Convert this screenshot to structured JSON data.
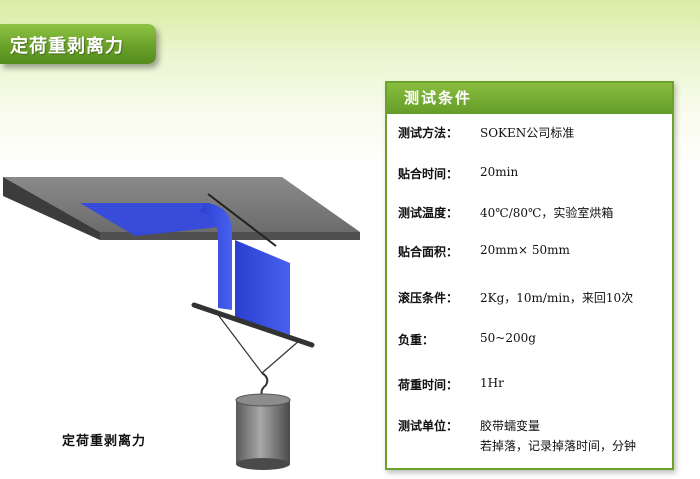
{
  "header": {
    "title": "定荷重剥离力"
  },
  "illustration": {
    "caption": "定荷重剥离力"
  },
  "test_conditions": {
    "title": "测试条件",
    "rows": [
      {
        "label": "测试方法：",
        "value": "SOKEN公司标准"
      },
      {
        "label": "贴合时间：",
        "value": "20min"
      },
      {
        "label": "测试温度：",
        "value": "40℃/80℃，实验室烘箱"
      },
      {
        "label": "贴合面积：",
        "value": "20mm× 50mm"
      },
      {
        "label": "滚压条件：",
        "value": "2Kg，10m/min，来回10次"
      },
      {
        "label": "负重：",
        "value": "50~200g"
      },
      {
        "label": "荷重时间：",
        "value": "1Hr"
      },
      {
        "label": "测试单位：",
        "value": "胶带蠕变量",
        "value2": "若掉落，记录掉落时间，分钟"
      }
    ]
  }
}
